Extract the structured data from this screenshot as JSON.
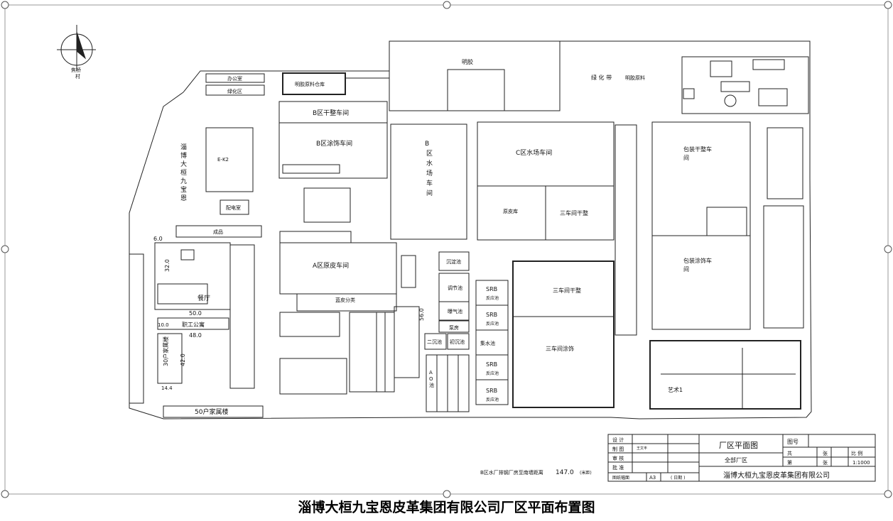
{
  "caption": "淄博大桓九宝恩皮革集团有限公司厂区平面布置图",
  "compass": {
    "label_1": "焦桥",
    "label_2": "村"
  },
  "buildings": {
    "office": "办公室",
    "green_area": "绿化区",
    "raw_hide_warehouse": "明胶原料仓库",
    "gelatin": "明胶",
    "green_belt": "绿 化 带",
    "gelatin_warehouse": "明胶原料",
    "b_dry_finish": "B区干整车间",
    "b_coating": "B区涂饰车间",
    "b_wet": "B\n区\n水\n场\n车\n间",
    "c_wet": "C区水场车间",
    "pack_dry": "包装干整车\n间",
    "pack_coat": "包装涂饰车\n间",
    "side_name": "淄\n博\n大\n桓\n九\n宝\n恩",
    "ek2": "E-K2",
    "power_room": "配电室",
    "finish_room": "成品",
    "plant3_dry_c": "三车间干整",
    "raw_room": "原皮库",
    "a_raw": "A区原皮车间",
    "a_sort": "蓝皮分类",
    "dining": "餐厅",
    "staff_apt": "职工公寓",
    "family_building": "30户家属楼",
    "family_building_50": "50户家属楼",
    "plant3_dry": "三车间干整",
    "plant3_coat": "三车间涂饰",
    "art1": "艺术1",
    "sedimentation": "沉淀池",
    "adjust_pool": "调节池",
    "aeration": "曝气池",
    "pump_room": "泵房",
    "secondary_sed": "二沉池",
    "initial_sed": "初沉池",
    "collect_pool": "集水池",
    "srb1": "SRB",
    "srb_sub": "反应池",
    "ao": "A\nO\n池"
  },
  "dimensions": {
    "d60": "6.0",
    "d320": "32.0",
    "d500": "50.0",
    "d100": "10.0",
    "d480": "48.0",
    "d420": "42.0",
    "d144": "14.4",
    "d560": "56.0",
    "d1470": "147.0"
  },
  "note": "B区水厂排钢厂房至南墙距离",
  "note_suffix": "(米距)",
  "title_block": {
    "design": "设 计",
    "draw": "制 图",
    "drawer_name": "王文丰",
    "check": "审 核",
    "approve": "批 准",
    "sheet_size_label": "图纸幅面",
    "sheet_size": "A3",
    "date": "( 日期 )",
    "drawing_title": "厂区平面图",
    "scope": "全部厂区",
    "drawing_no": "图号",
    "total": "共",
    "sheet": "张",
    "ratio_label": "比  例",
    "page": "第",
    "page_sheet": "张",
    "scale": "1:1000",
    "company": "淄博大桓九宝恩皮革集团有限公司"
  }
}
